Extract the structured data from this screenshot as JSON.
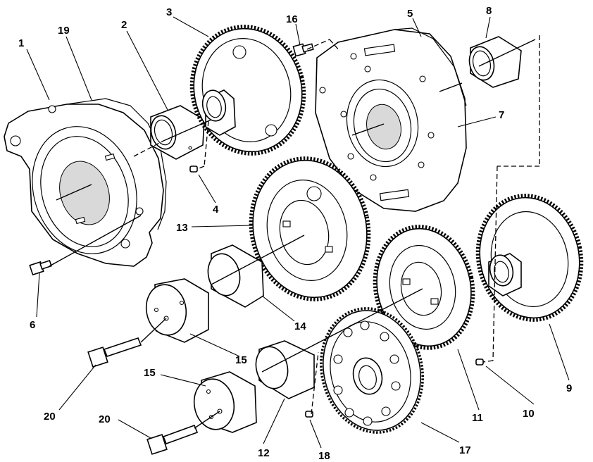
{
  "callouts": {
    "c1": "1",
    "c2": "2",
    "c3": "3",
    "c4": "4",
    "c5": "5",
    "c6": "6",
    "c7": "7",
    "c8": "8",
    "c9": "9",
    "c10": "10",
    "c11": "11",
    "c12": "12",
    "c13": "13",
    "c14": "14",
    "c15a": "15",
    "c15b": "15",
    "c16": "16",
    "c17": "17",
    "c18": "18",
    "c19": "19",
    "c20a": "20",
    "c20b": "20"
  }
}
